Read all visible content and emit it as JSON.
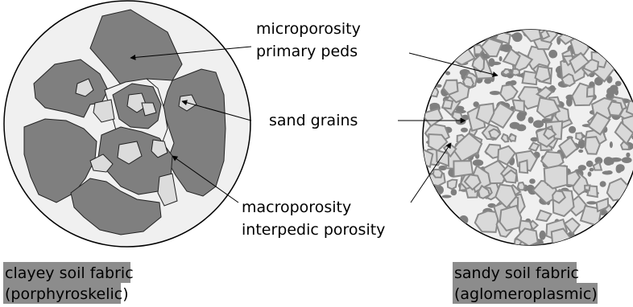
{
  "labels": {
    "microporosity": "microporosity",
    "primary_peds": "primary peds",
    "sand_grains": "sand grains",
    "macroporosity": "macroporosity",
    "interpedic_porosity": "interpedic porosity"
  },
  "captions": {
    "left_line1": "clayey soil fabric",
    "left_line2": "(porphyroskelic)",
    "right_line1": "sandy soil fabric",
    "right_line2": "(aglomeroplasmic)"
  },
  "colors": {
    "ped_fill": "#7f7f7f",
    "circle_fill": "#f0f0f0",
    "grain_fill": "#dcdcdc",
    "caption_highlight": "#8c8c8c",
    "sandy_grain_stroke": "#8a8a8a",
    "sandy_grain_fill": "#d9d9d9"
  }
}
